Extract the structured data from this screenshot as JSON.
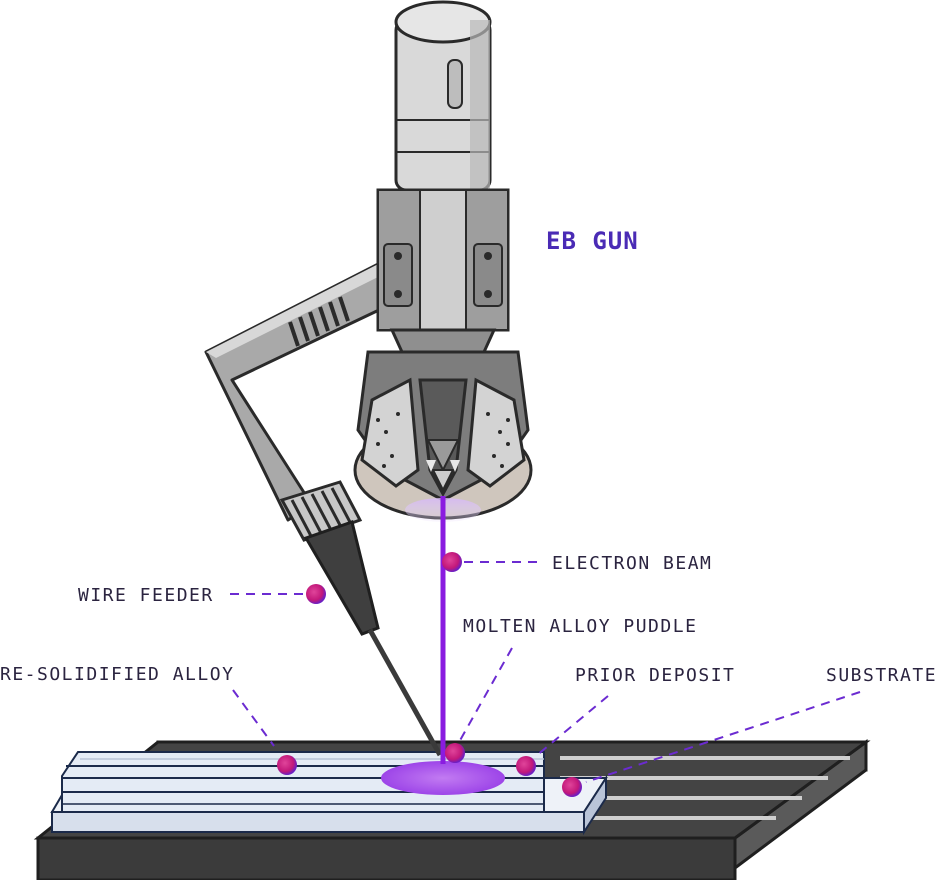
{
  "title": "EB GUN",
  "labels": {
    "electron_beam": "ELECTRON BEAM",
    "wire_feeder": "WIRE FEEDER",
    "molten_alloy_puddle": "MOLTEN ALLOY PUDDLE",
    "re_solidified_alloy": "RE-SOLIDIFIED ALLOY",
    "prior_deposit": "PRIOR DEPOSIT",
    "substrate": "SUBSTRATE"
  },
  "colors": {
    "title": "#4a2bb5",
    "label": "#2b2440",
    "beam": "#8a1ce0",
    "leader": "#6b2bd1",
    "marker": "#c2187a",
    "machine_light": "#d8d8d8",
    "machine_mid": "#a8a8a8",
    "machine_dark": "#4d4d4d"
  }
}
